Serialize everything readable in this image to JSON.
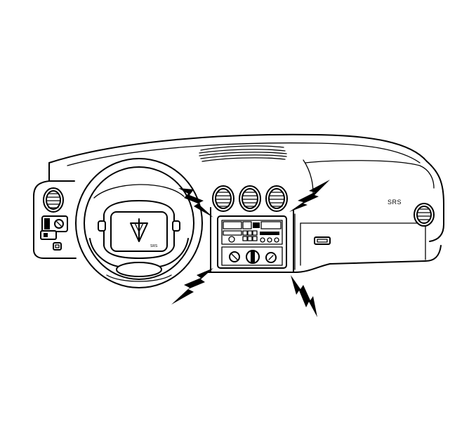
{
  "dash_label": "SRS",
  "wheel_label": "SRS",
  "icons": [
    "dashboard",
    "steering-wheel",
    "air-vent",
    "radio-hvac-panel",
    "glove-box",
    "lightning-bolt"
  ]
}
